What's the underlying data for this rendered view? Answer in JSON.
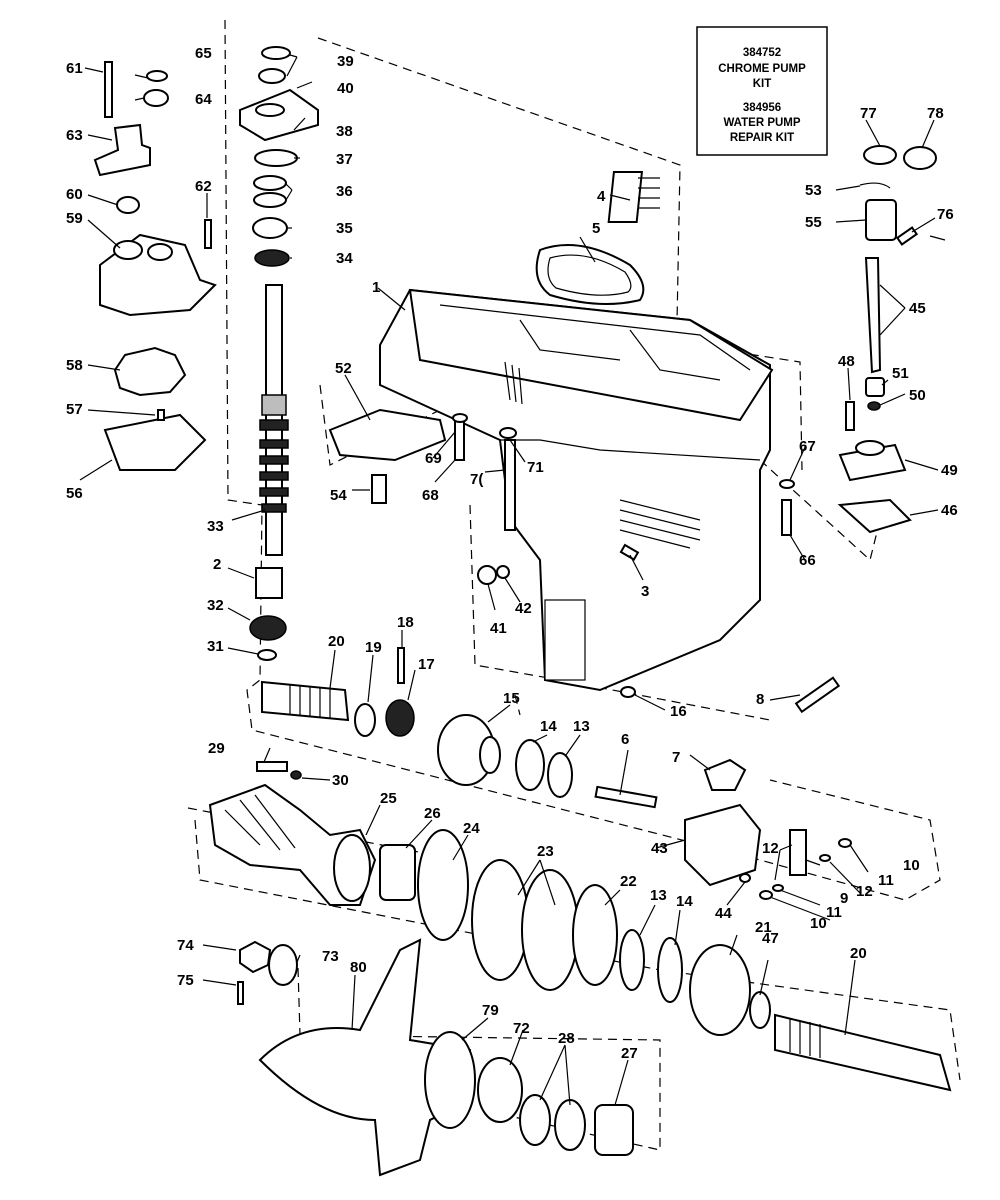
{
  "kit_box": {
    "line1": "384752",
    "line2": "CHROME PUMP",
    "line3": "KIT",
    "line4": "384956",
    "line5": "WATER PUMP",
    "line6": "REPAIR KIT"
  },
  "callouts": [
    {
      "id": "c1",
      "text": "1"
    },
    {
      "id": "c2",
      "text": "2"
    },
    {
      "id": "c3",
      "text": "3"
    },
    {
      "id": "c4",
      "text": "4"
    },
    {
      "id": "c5",
      "text": "5"
    },
    {
      "id": "c6",
      "text": "6"
    },
    {
      "id": "c7",
      "text": "7"
    },
    {
      "id": "c8",
      "text": "8"
    },
    {
      "id": "c9",
      "text": "9"
    },
    {
      "id": "c10a",
      "text": "10"
    },
    {
      "id": "c10b",
      "text": "10"
    },
    {
      "id": "c11a",
      "text": "11"
    },
    {
      "id": "c11b",
      "text": "11"
    },
    {
      "id": "c12a",
      "text": "12"
    },
    {
      "id": "c12b",
      "text": "12"
    },
    {
      "id": "c13a",
      "text": "13"
    },
    {
      "id": "c13b",
      "text": "13"
    },
    {
      "id": "c14a",
      "text": "14"
    },
    {
      "id": "c14b",
      "text": "14"
    },
    {
      "id": "c15",
      "text": "15"
    },
    {
      "id": "c16",
      "text": "16"
    },
    {
      "id": "c17",
      "text": "17"
    },
    {
      "id": "c18",
      "text": "18"
    },
    {
      "id": "c19",
      "text": "19"
    },
    {
      "id": "c20a",
      "text": "20"
    },
    {
      "id": "c20b",
      "text": "20"
    },
    {
      "id": "c21",
      "text": "21"
    },
    {
      "id": "c22",
      "text": "22"
    },
    {
      "id": "c23",
      "text": "23"
    },
    {
      "id": "c24",
      "text": "24"
    },
    {
      "id": "c25",
      "text": "25"
    },
    {
      "id": "c26",
      "text": "26"
    },
    {
      "id": "c27",
      "text": "27"
    },
    {
      "id": "c28",
      "text": "28"
    },
    {
      "id": "c29",
      "text": "29"
    },
    {
      "id": "c30",
      "text": "30"
    },
    {
      "id": "c31",
      "text": "31"
    },
    {
      "id": "c32",
      "text": "32"
    },
    {
      "id": "c33",
      "text": "33"
    },
    {
      "id": "c34",
      "text": "34"
    },
    {
      "id": "c35",
      "text": "35"
    },
    {
      "id": "c36",
      "text": "36"
    },
    {
      "id": "c37",
      "text": "37"
    },
    {
      "id": "c38",
      "text": "38"
    },
    {
      "id": "c39",
      "text": "39"
    },
    {
      "id": "c40",
      "text": "40"
    },
    {
      "id": "c41",
      "text": "41"
    },
    {
      "id": "c42",
      "text": "42"
    },
    {
      "id": "c43",
      "text": "43"
    },
    {
      "id": "c44",
      "text": "44"
    },
    {
      "id": "c45",
      "text": "45"
    },
    {
      "id": "c46",
      "text": "46"
    },
    {
      "id": "c47",
      "text": "47"
    },
    {
      "id": "c48",
      "text": "48"
    },
    {
      "id": "c49",
      "text": "49"
    },
    {
      "id": "c50",
      "text": "50"
    },
    {
      "id": "c51",
      "text": "51"
    },
    {
      "id": "c52",
      "text": "52"
    },
    {
      "id": "c53",
      "text": "53"
    },
    {
      "id": "c54",
      "text": "54"
    },
    {
      "id": "c55",
      "text": "55"
    },
    {
      "id": "c56",
      "text": "56"
    },
    {
      "id": "c57",
      "text": "57"
    },
    {
      "id": "c58",
      "text": "58"
    },
    {
      "id": "c59",
      "text": "59"
    },
    {
      "id": "c60",
      "text": "60"
    },
    {
      "id": "c61",
      "text": "61"
    },
    {
      "id": "c62",
      "text": "62"
    },
    {
      "id": "c63",
      "text": "63"
    },
    {
      "id": "c64",
      "text": "64"
    },
    {
      "id": "c65",
      "text": "65"
    },
    {
      "id": "c66",
      "text": "66"
    },
    {
      "id": "c67",
      "text": "67"
    },
    {
      "id": "c68",
      "text": "68"
    },
    {
      "id": "c69",
      "text": "69"
    },
    {
      "id": "c70",
      "text": "7("
    },
    {
      "id": "c71",
      "text": "71"
    },
    {
      "id": "c72",
      "text": "72"
    },
    {
      "id": "c73",
      "text": "73"
    },
    {
      "id": "c74",
      "text": "74"
    },
    {
      "id": "c75",
      "text": "75"
    },
    {
      "id": "c76",
      "text": "76"
    },
    {
      "id": "c77",
      "text": "77"
    },
    {
      "id": "c78",
      "text": "78"
    },
    {
      "id": "c79",
      "text": "79"
    },
    {
      "id": "c80",
      "text": "80"
    }
  ]
}
